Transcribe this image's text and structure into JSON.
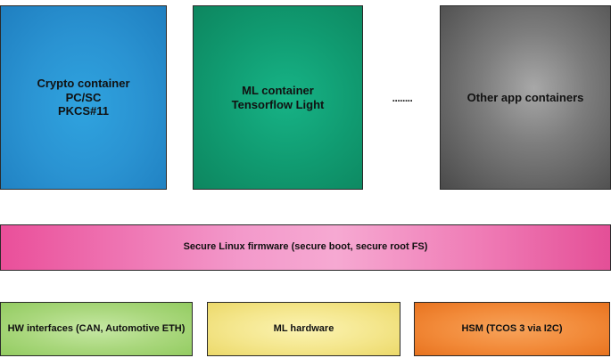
{
  "containers": {
    "crypto": {
      "label": "Crypto container\nPC/SC\nPKCS#11"
    },
    "ml": {
      "label": "ML container\nTensorflow Light"
    },
    "separator": "........",
    "other": {
      "label": "Other app containers"
    }
  },
  "firmware": {
    "label": "Secure Linux firmware (secure boot, secure root FS)"
  },
  "hardware": {
    "hw_interfaces": {
      "label": "HW interfaces (CAN, Automotive ETH)"
    },
    "ml_hardware": {
      "label": "ML hardware"
    },
    "hsm": {
      "label": "HSM (TCOS 3 via I2C)"
    }
  },
  "colors": {
    "crypto": "#2a93d2",
    "ml": "#109a70",
    "other": "#7d7d7d",
    "firmware": "#f39acb",
    "hw_interfaces": "#a9d77c",
    "ml_hardware": "#f4e68c",
    "hsm": "#f28a39"
  }
}
